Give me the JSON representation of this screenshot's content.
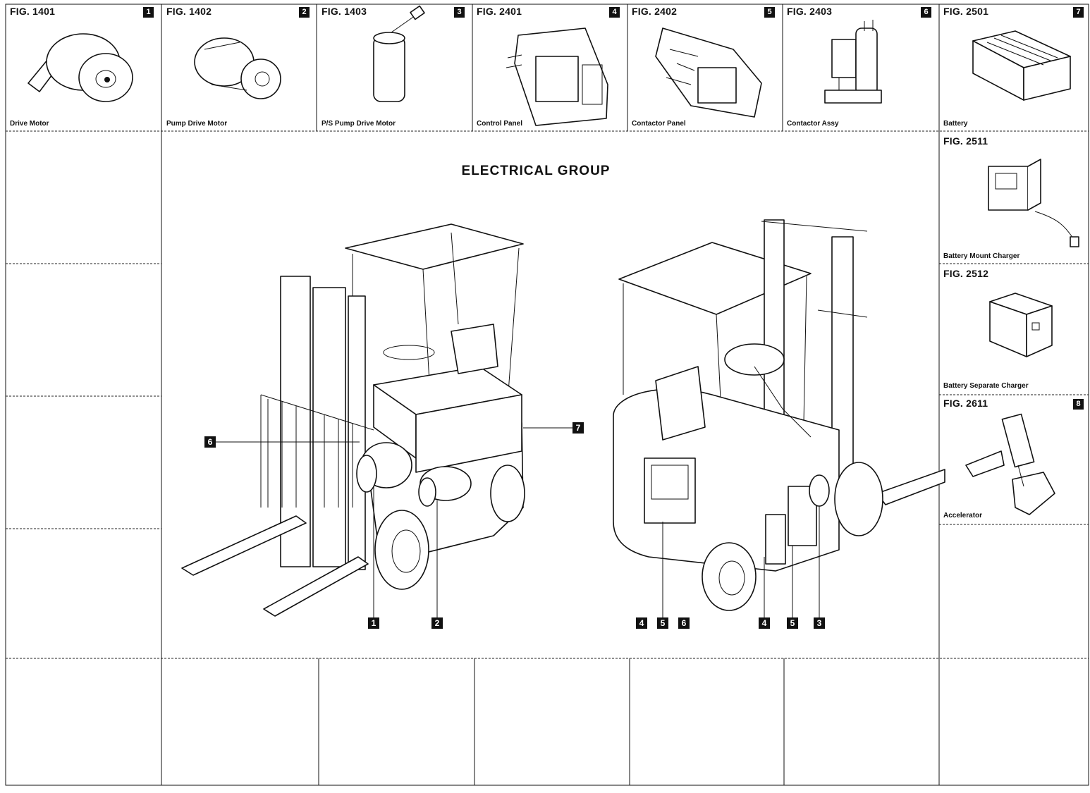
{
  "title": "ELECTRICAL GROUP",
  "figures": [
    {
      "fig": "FIG. 1401",
      "badge": "1",
      "caption": "Drive Motor"
    },
    {
      "fig": "FIG. 1402",
      "badge": "2",
      "caption": "Pump Drive Motor"
    },
    {
      "fig": "FIG. 1403",
      "badge": "3",
      "caption": "P/S Pump Drive Motor"
    },
    {
      "fig": "FIG. 2401",
      "badge": "4",
      "caption": "Control Panel"
    },
    {
      "fig": "FIG. 2402",
      "badge": "5",
      "caption": "Contactor Panel"
    },
    {
      "fig": "FIG. 2403",
      "badge": "6",
      "caption": "Contactor Assy"
    },
    {
      "fig": "FIG. 2501",
      "badge": "7",
      "caption": "Battery"
    }
  ],
  "side_figures": [
    {
      "fig": "FIG. 2511",
      "caption": "Battery Mount Charger"
    },
    {
      "fig": "FIG. 2512",
      "caption": "Battery Separate Charger"
    },
    {
      "fig": "FIG. 2611",
      "badge": "8",
      "caption": "Accelerator"
    }
  ],
  "callouts_left": {
    "left_tag": "6",
    "right_tag": "7",
    "bottom": [
      "1",
      "2"
    ]
  },
  "callouts_right": {
    "group_a": [
      "4",
      "5",
      "6"
    ],
    "group_b": [
      "4",
      "5",
      "3"
    ]
  }
}
